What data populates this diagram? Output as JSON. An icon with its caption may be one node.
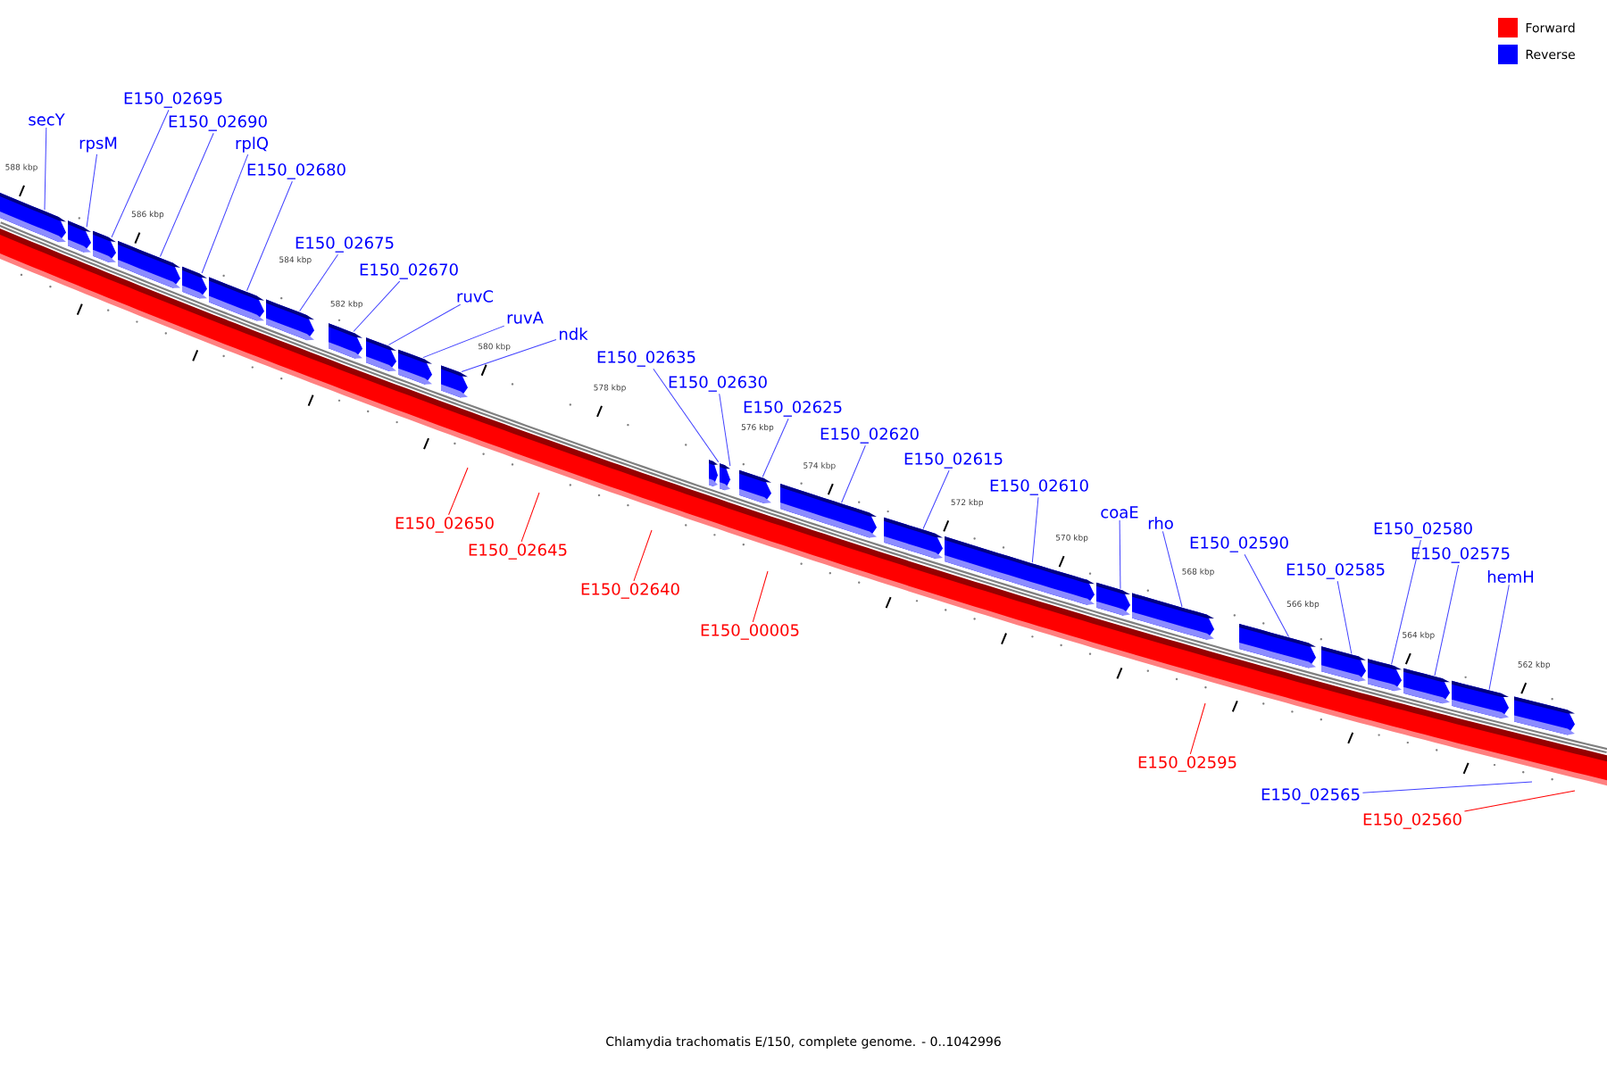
{
  "diagram": {
    "caption": "Chlamydia trachomatis E/150, complete genome. - 0..1042996",
    "nodes": [
      {
        "text": [
          "secY"
        ]
      },
      {
        "text": [
          "rpsM"
        ]
      },
      {
        "text": [
          "E150_02695"
        ]
      },
      {
        "text": [
          "E150_02690"
        ]
      },
      {
        "text": [
          "rplQ"
        ]
      },
      {
        "text": [
          "E150_02680"
        ]
      },
      {
        "text": [
          "E150_02675"
        ]
      },
      {
        "text": [
          "E150_02670"
        ]
      },
      {
        "text": [
          "ruvC"
        ]
      },
      {
        "text": [
          "ruvA"
        ]
      },
      {
        "text": [
          "ndk"
        ]
      },
      {
        "text": [
          "E150_02635"
        ]
      },
      {
        "text": [
          "E150_02630"
        ]
      },
      {
        "text": [
          "E150_02625"
        ]
      },
      {
        "text": [
          "E150_02620"
        ]
      },
      {
        "text": [
          "E150_02615"
        ]
      },
      {
        "text": [
          "E150_02610"
        ]
      },
      {
        "text": [
          "coaE"
        ]
      },
      {
        "text": [
          "rho"
        ]
      },
      {
        "text": [
          "E150_02590"
        ]
      },
      {
        "text": [
          "E150_02585"
        ]
      },
      {
        "text": [
          "E150_02580"
        ]
      },
      {
        "text": [
          "E150_02575"
        ]
      },
      {
        "text": [
          "hemH"
        ]
      },
      {
        "text": [
          "E150_02650"
        ]
      },
      {
        "text": [
          "E150_02645"
        ]
      },
      {
        "text": [
          "E150_02640"
        ]
      },
      {
        "text": [
          "E150_00005"
        ]
      },
      {
        "text": [
          "E150_02595"
        ]
      },
      {
        "text": [
          "E150_02565"
        ]
      },
      {
        "text": [
          "E150_02560"
        ]
      },
      {
        "text": [],
        "shape": "bar"
      },
      {
        "text": [],
        "shape": "bar"
      },
      {
        "text": [],
        "shape": "bar"
      },
      {
        "text": [],
        "shape": "bar"
      },
      {
        "text": [],
        "shape": "bar"
      },
      {
        "text": [],
        "shape": "bar"
      },
      {
        "text": [],
        "shape": "bar"
      },
      {
        "text": [],
        "shape": "bar"
      },
      {
        "text": [],
        "shape": "bar"
      },
      {
        "text": [],
        "shape": "bar"
      },
      {
        "text": [],
        "shape": "bar"
      },
      {
        "text": [],
        "shape": "bar"
      },
      {
        "text": [],
        "shape": "bar"
      },
      {
        "text": [],
        "shape": "bar"
      },
      {
        "text": [],
        "shape": "bar"
      },
      {
        "text": [],
        "shape": "bar"
      },
      {
        "text": [],
        "shape": "bar"
      },
      {
        "text": [],
        "shape": "bar"
      },
      {
        "text": [],
        "shape": "bar"
      },
      {
        "text": [],
        "shape": "bar"
      },
      {
        "text": [],
        "shape": "bar"
      },
      {
        "text": [],
        "shape": "bar"
      },
      {
        "text": [],
        "shape": "bar"
      },
      {
        "text": [],
        "shape": "bar"
      },
      {
        "text": [],
        "shape": "bar"
      }
    ],
    "edges": [
      {
        "from": 0,
        "to": 31,
        "arrow": "none"
      },
      {
        "from": 1,
        "to": 32,
        "arrow": "none"
      },
      {
        "from": 2,
        "to": 33,
        "arrow": "none"
      },
      {
        "from": 3,
        "to": 34,
        "arrow": "none"
      },
      {
        "from": 4,
        "to": 35,
        "arrow": "none"
      },
      {
        "from": 5,
        "to": 36,
        "arrow": "none"
      },
      {
        "from": 6,
        "to": 37,
        "arrow": "none"
      },
      {
        "from": 7,
        "to": 38,
        "arrow": "none"
      },
      {
        "from": 8,
        "to": 39,
        "arrow": "none"
      },
      {
        "from": 9,
        "to": 40,
        "arrow": "none"
      },
      {
        "from": 10,
        "to": 41,
        "arrow": "none"
      },
      {
        "from": 11,
        "to": 42,
        "arrow": "none"
      },
      {
        "from": 12,
        "to": 43,
        "arrow": "none"
      },
      {
        "from": 13,
        "to": 44,
        "arrow": "none"
      },
      {
        "from": 14,
        "to": 45,
        "arrow": "none"
      },
      {
        "from": 15,
        "to": 46,
        "arrow": "none"
      },
      {
        "from": 16,
        "to": 47,
        "arrow": "none"
      },
      {
        "from": 17,
        "to": 48,
        "arrow": "none"
      },
      {
        "from": 18,
        "to": 49,
        "arrow": "none"
      },
      {
        "from": 19,
        "to": 50,
        "arrow": "none"
      },
      {
        "from": 20,
        "to": 51,
        "arrow": "none"
      },
      {
        "from": 21,
        "to": 52,
        "arrow": "none"
      },
      {
        "from": 22,
        "to": 53,
        "arrow": "none"
      },
      {
        "from": 23,
        "to": 54,
        "arrow": "none"
      },
      {
        "from": 24,
        "to": null,
        "arrow": "none",
        "color": "#ff0000"
      },
      {
        "from": 25,
        "to": null,
        "arrow": "none",
        "color": "#ff0000"
      },
      {
        "from": 26,
        "to": null,
        "arrow": "none",
        "color": "#ff0000"
      },
      {
        "from": 27,
        "to": null,
        "arrow": "none",
        "color": "#ff0000"
      },
      {
        "from": 28,
        "to": null,
        "arrow": "none",
        "color": "#ff0000"
      },
      {
        "from": 29,
        "to": null,
        "arrow": "none"
      },
      {
        "from": 30,
        "to": null,
        "arrow": "none",
        "color": "#ff0000"
      }
    ],
    "labels": [
      "588 kbp",
      "586 kbp",
      "584 kbp",
      "582 kbp",
      "580 kbp",
      "578 kbp",
      "576 kbp",
      "574 kbp",
      "572 kbp",
      "570 kbp",
      "568 kbp",
      "566 kbp",
      "564 kbp",
      "562 kbp"
    ],
    "legend": [
      {
        "text": "Forward",
        "color": "#ff0000"
      },
      {
        "text": "Reverse",
        "color": "#0000ff"
      }
    ]
  }
}
